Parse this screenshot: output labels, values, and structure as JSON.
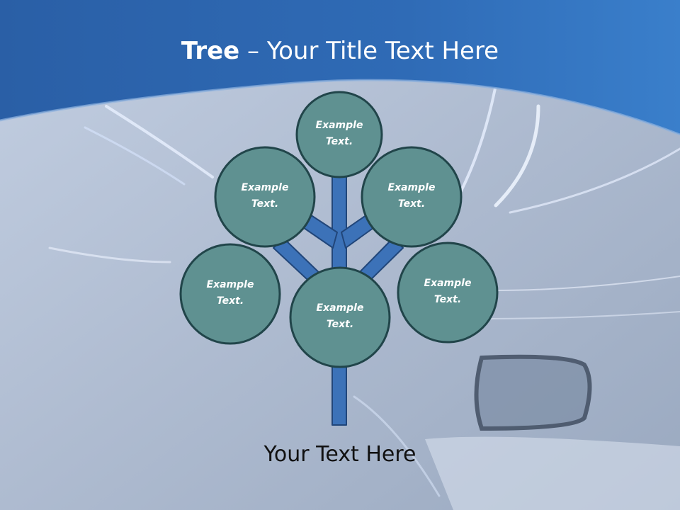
{
  "slide": {
    "title_bold": "Tree",
    "title_rest": " – Your Title Text Here",
    "footer_text": "Your Text Here"
  },
  "diagram": {
    "nodes": [
      {
        "id": "top",
        "line1": "Example",
        "line2": "Text."
      },
      {
        "id": "upper-left",
        "line1": "Example",
        "line2": "Text."
      },
      {
        "id": "upper-right",
        "line1": "Example",
        "line2": "Text."
      },
      {
        "id": "lower-left",
        "line1": "Example",
        "line2": "Text."
      },
      {
        "id": "center",
        "line1": "Example",
        "line2": "Text."
      },
      {
        "id": "lower-right",
        "line1": "Example",
        "line2": "Text."
      }
    ]
  },
  "colors": {
    "header_blue": "#2a63a8",
    "header_blue_light": "#3a79c4",
    "background_gray": "#b8c3d4",
    "node_fill": "#5f9191",
    "node_stroke": "#21454a",
    "trunk_fill": "#3c72b8",
    "trunk_stroke": "#21467a"
  }
}
